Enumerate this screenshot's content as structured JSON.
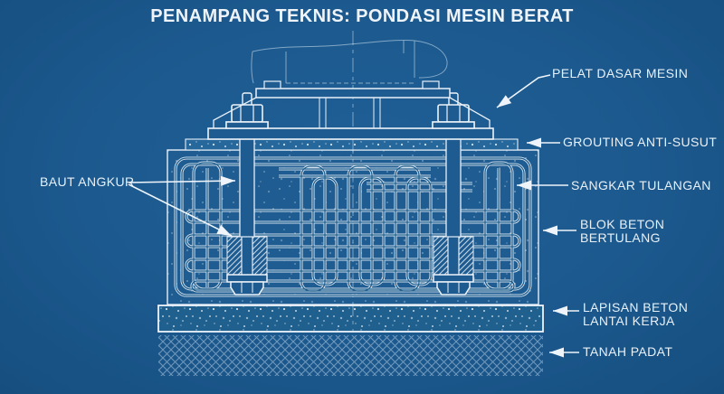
{
  "title": "PENAMPANG TEKNIS: PONDASI MESIN BERAT",
  "colors": {
    "background": "#1d5b90",
    "background_edge": "#164e7f",
    "line": "#eaf2f9"
  },
  "callouts": {
    "baut_angkur": "BAUT ANGKUR",
    "pelat_dasar_mesin": "PELAT DASAR MESIN",
    "grouting_anti_susut": "GROUTING ANTI-SUSUT",
    "sangkar_tulangan": "SANGKAR TULANGAN",
    "blok_beton_bertulang": "BLOK BETON BERTULANG",
    "lapisan_beton_lantai_kerja": "LAPISAN BETON LANTAI KERJA",
    "tanah_padat": "TANAH PADAT"
  },
  "diagram_parts": [
    "machine-body",
    "machine-bed-plate",
    "base-plate",
    "anchor-bolts",
    "grouting-layer",
    "rebar-cage",
    "reinforced-concrete-block",
    "lean-concrete-layer",
    "compacted-soil"
  ]
}
